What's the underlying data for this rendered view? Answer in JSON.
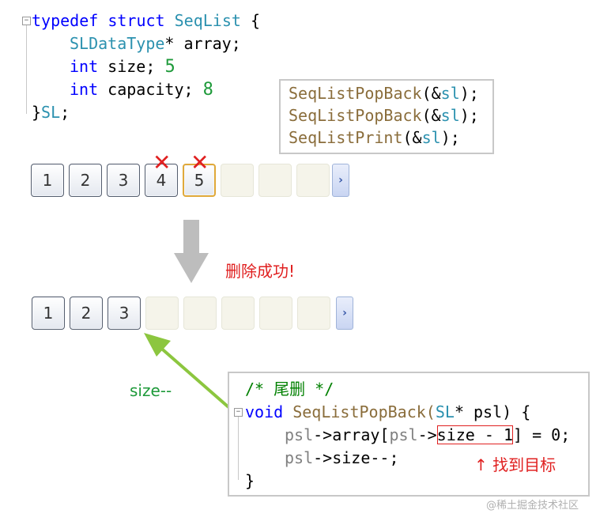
{
  "struct_code": {
    "line1_kw": "typedef struct",
    "line1_name": "SeqList",
    "line1_brace": "{",
    "line2_type": "SLDataType",
    "line2_rest": "* array;",
    "line3_kw": "int",
    "line3_rest": "size;",
    "line3_annot": "5",
    "line4_kw": "int",
    "line4_rest": "capacity;",
    "line4_annot": "8",
    "line5_brace": "}",
    "line5_name": "SL",
    "line5_semi": ";"
  },
  "calls": [
    {
      "func": "SeqListPopBack",
      "open": "(&",
      "arg": "sl",
      "close": ");"
    },
    {
      "func": "SeqListPopBack",
      "open": "(&",
      "arg": "sl",
      "close": ");"
    },
    {
      "func": "SeqListPrint",
      "open": "(&",
      "arg": "sl",
      "close": ");"
    }
  ],
  "array_before": [
    "1",
    "2",
    "3",
    "4",
    "5",
    "",
    "",
    ""
  ],
  "array_after": [
    "1",
    "2",
    "3",
    "",
    "",
    "",
    "",
    ""
  ],
  "delete_marks": [
    "✕",
    "✕"
  ],
  "next_glyph": "›",
  "success_text": "删除成功!",
  "size_label": "size--",
  "popback_code": {
    "comment": "/* 尾删 */",
    "sig_kw": "void",
    "sig_name": "SeqListPopBack(",
    "sig_type": "SL",
    "sig_rest": "* psl) {",
    "l2_a": "psl",
    "l2_b": "->array[",
    "l2_c": "psl",
    "l2_d": "->",
    "l2_box": "size - 1",
    "l2_e": "] = 0;",
    "l3_a": "psl",
    "l3_b": "->size--;",
    "close": "}"
  },
  "target_note": "↑ 找到目标",
  "watermark": "@稀土掘金技术社区",
  "colors": {
    "keyword": "#0000ff",
    "type": "#2b91af",
    "annotation": "#1e9a3a",
    "alert": "#e02020",
    "arrow_green": "#8cc63f",
    "arrow_gray": "#bdbdbd"
  }
}
